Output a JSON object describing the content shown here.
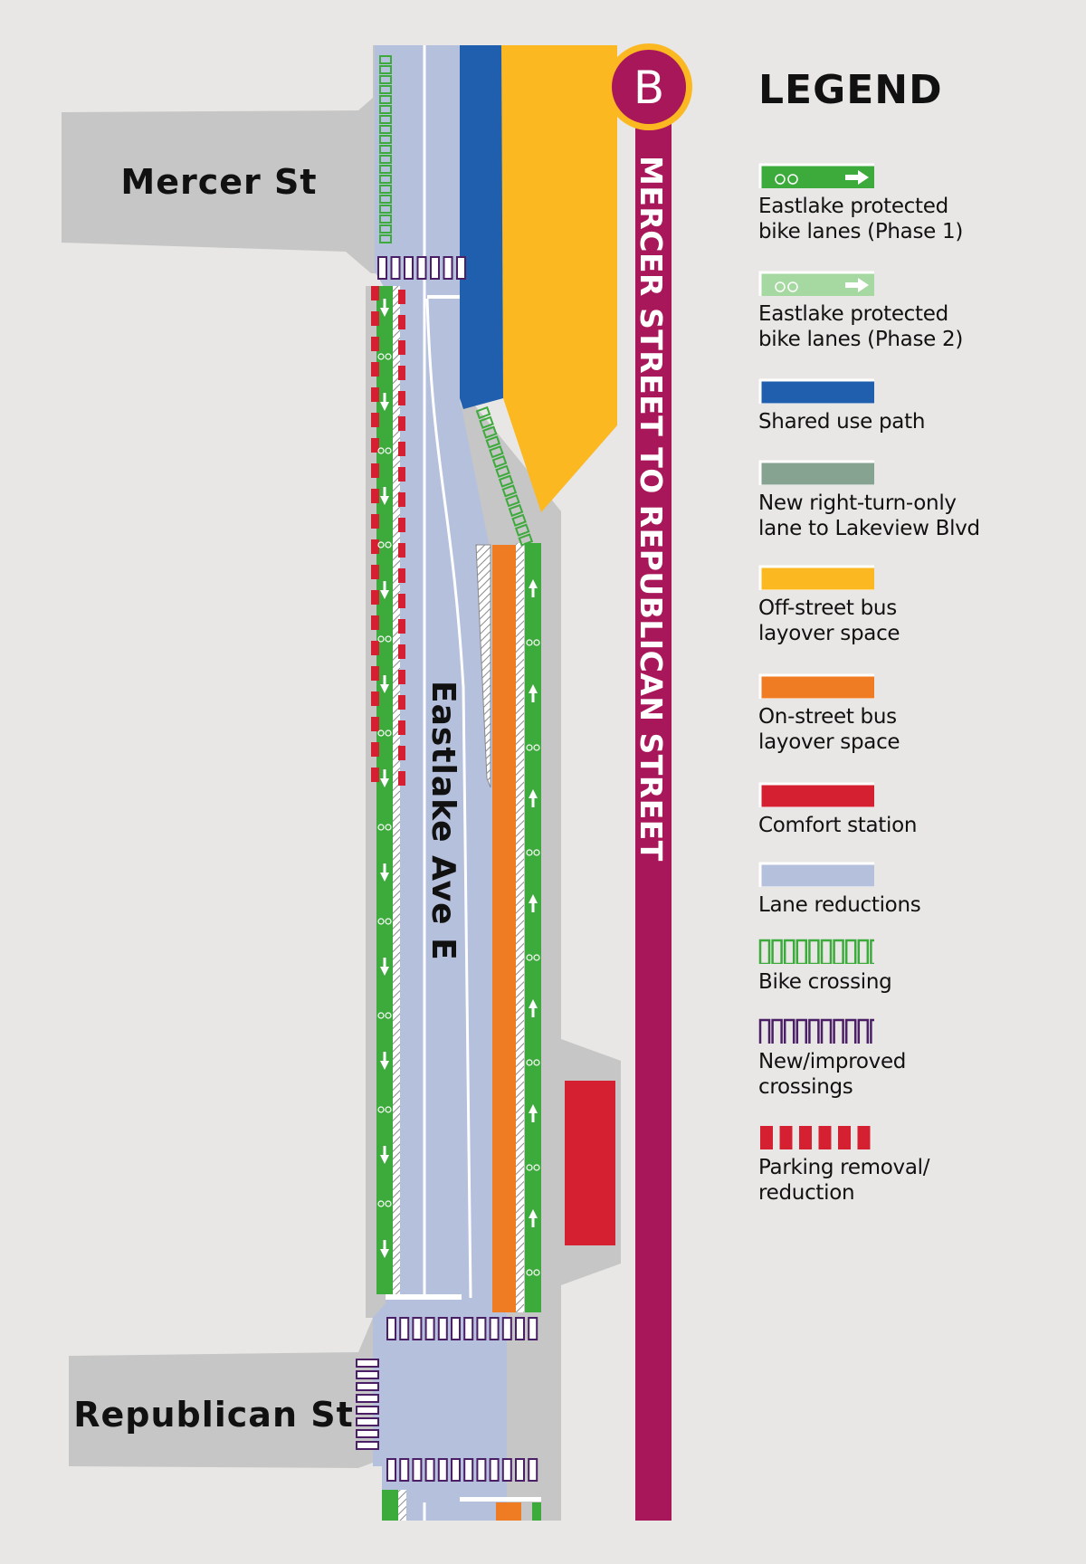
{
  "map": {
    "streets": {
      "mercer": "Mercer St",
      "republican": "Republican St",
      "eastlake": "Eastlake Ave E"
    },
    "segment_badge": "B",
    "segment_title": "MERCER STREET TO REPUBLICAN STREET"
  },
  "legend": {
    "title": "LEGEND",
    "items": [
      {
        "label": "Eastlake protected\nbike lanes (Phase 1)",
        "color": "#3daa3c",
        "icon": "bike-arrow-icon"
      },
      {
        "label": "Eastlake protected\nbike lanes (Phase 2)",
        "color": "#a6d8a1",
        "icon": "bike-arrow-icon"
      },
      {
        "label": "Shared use path",
        "color": "#1f5fae"
      },
      {
        "label": "New right-turn-only\nlane to Lakeview Blvd",
        "color": "#86a290"
      },
      {
        "label": "Off-street bus\nlayover space",
        "color": "#fbb821"
      },
      {
        "label": "On-street bus\nlayover space",
        "color": "#ef7b22"
      },
      {
        "label": "Comfort station",
        "color": "#d42030"
      },
      {
        "label": "Lane reductions",
        "color": "#b5c0dc"
      },
      {
        "label": "Bike crossing",
        "color": "#3daa3c"
      },
      {
        "label": "New/improved\ncrossings",
        "color": "#4b1f66"
      },
      {
        "label": "Parking removal/\nreduction",
        "color": "#d42030"
      }
    ]
  }
}
